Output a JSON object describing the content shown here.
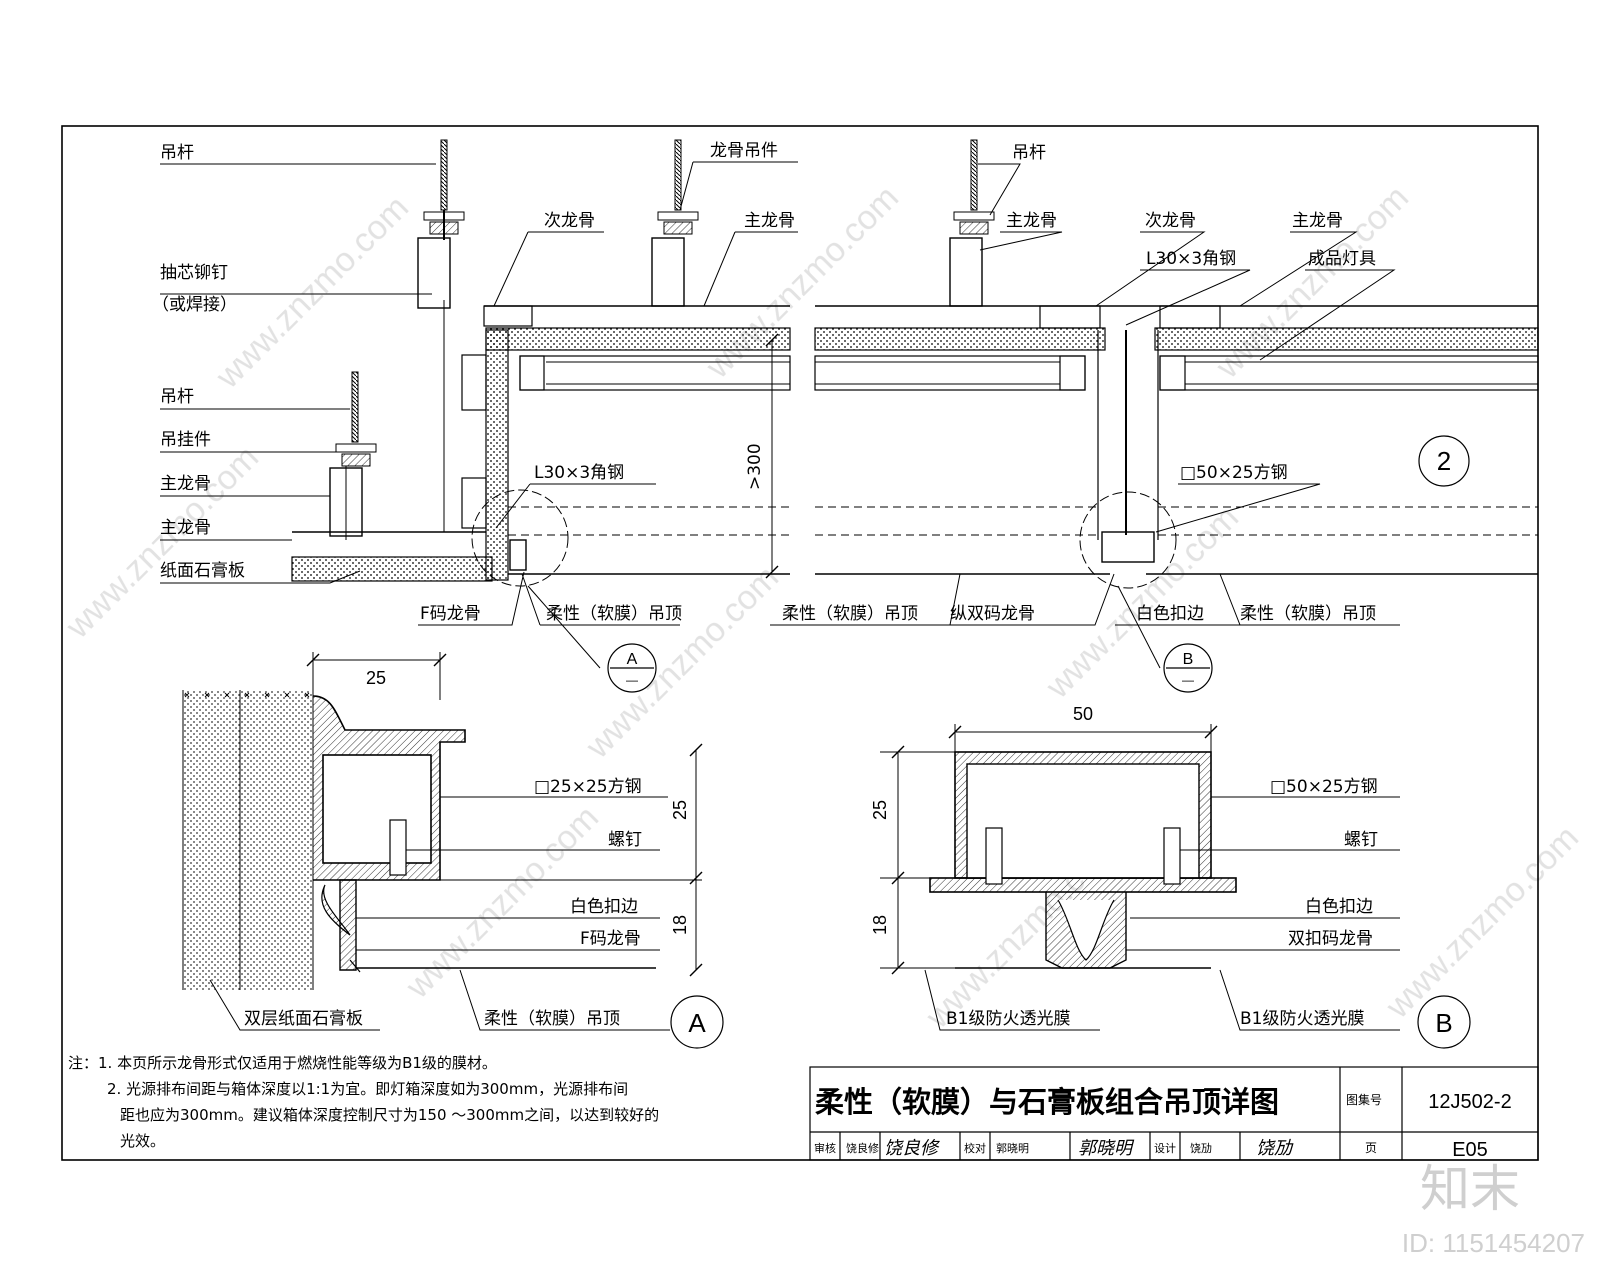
{
  "labels": {
    "s1_diaogan1": "吊杆",
    "s1_rivet": "抽芯铆钉",
    "s1_rivet2": "（或焊接）",
    "s1_diaogan2": "吊杆",
    "s1_guajian": "吊挂件",
    "s1_zhu1": "主龙骨",
    "s1_zhu2": "主龙骨",
    "s1_board": "纸面石膏板",
    "s1_ci": "次龙骨",
    "s1_ljdj": "龙骨吊件",
    "s1_zhu3": "主龙骨",
    "s1_angle": "L30×3角钢",
    "s1_dim300": ">300",
    "s1_fcode": "F码龙骨",
    "s1_soft": "柔性（软膜）吊顶",
    "s2_diaogan": "吊杆",
    "s2_zhu1": "主龙骨",
    "s2_ci": "次龙骨",
    "s2_angle": "L30×3角钢",
    "s2_zhu2": "主龙骨",
    "s2_lamp": "成品灯具",
    "s2_sq": "□50×25方钢",
    "s2_soft1": "柔性（软膜）吊顶",
    "s2_double": "纵双码龙骨",
    "s2_white": "白色扣边",
    "s2_soft2": "柔性（软膜）吊顶",
    "callA": "A",
    "callB": "B",
    "call_dash": "—",
    "sec2": "2",
    "dA_25": "25",
    "dA_v25": "25",
    "dA_v18": "18",
    "dA_sq": "□25×25方钢",
    "dA_screw": "螺钉",
    "dA_white": "白色扣边",
    "dA_fcode": "F码龙骨",
    "dA_board": "双层纸面石膏板",
    "dA_soft": "柔性（软膜）吊顶",
    "dA_tag": "A",
    "dB_50": "50",
    "dB_v25": "25",
    "dB_v18": "18",
    "dB_sq": "□50×25方钢",
    "dB_screw": "螺钉",
    "dB_white": "白色扣边",
    "dB_double": "双扣码龙骨",
    "dB_film1": "B1级防火透光膜",
    "dB_film2": "B1级防火透光膜",
    "dB_tag": "B"
  },
  "notes": [
    "注：1. 本页所示龙骨形式仅适用于燃烧性能等级为B1级的膜材。",
    "2. 光源排布间距与箱体深度以1:1为宜。即灯箱深度如为300mm，光源排布间",
    "距也应为300mm。建议箱体深度控制尺寸为150 ～300mm之间，以达到较好的",
    "光效。"
  ],
  "title_block": {
    "title": "柔性（软膜）与石膏板组合吊顶详图",
    "atlas_label": "图集号",
    "atlas_no": "12J502-2",
    "review": "审核",
    "reviewer": "饶良修",
    "check": "校对",
    "checker": "郭晓明",
    "design": "设计",
    "designer": "饶劢",
    "page_label": "页",
    "page_no": "E05"
  },
  "watermark": {
    "site": "www.znzmo.com",
    "logo": "知末",
    "id": "ID: 1151454207"
  }
}
